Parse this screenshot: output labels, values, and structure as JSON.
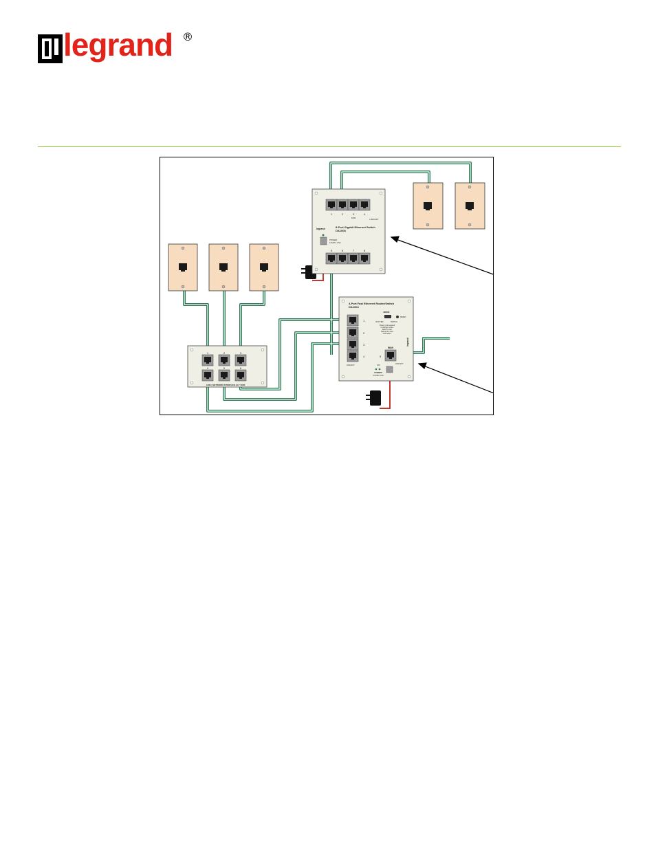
{
  "brand": {
    "name": "legrand",
    "registered": "®",
    "color": "#e2231a"
  },
  "rule_color": "#8cc63f",
  "diagram": {
    "cable_color": "#2e7d57",
    "power_color": "#c0392b",
    "plate_color": "#f7dcc0",
    "module_color": "#efefe6",
    "switch_module": {
      "title": "8-Port Gigabit Ethernet Switch",
      "model": "DA1008",
      "brand_mark": "legrand",
      "power_label": "POWER",
      "power_spec": "12VDC 1.5A",
      "top_ports": [
        "1",
        "2",
        "3",
        "4"
      ],
      "bottom_ports": [
        "5",
        "6",
        "7",
        "8"
      ],
      "group_label_1": "1000",
      "group_label_2": "LINK/ACT"
    },
    "router_module": {
      "title": "4-Port Fast Ethernet Router/Switch",
      "model": "DA1004",
      "brand_mark": "legrand",
      "mode_label": "MODE",
      "mode_left": "ROUTER",
      "mode_right": "SWITCH",
      "reset_label": "RESET",
      "note_lines": [
        "Power cycle required",
        "to change modes.",
        "Refer to User",
        "Manual for more",
        "information."
      ],
      "lan_ports": [
        "1",
        "2",
        "3",
        "4"
      ],
      "linkact_label": "LINK/ACT",
      "wan_label": "WAN",
      "wan_port": "5",
      "speed_label": "100",
      "wan_linkact": "LINK/ACT",
      "power_label": "POWER",
      "power_spec": "5.0VDC 2.0A"
    },
    "patch_panel": {
      "top_ports": [
        "1",
        "2",
        "3"
      ],
      "bottom_ports": [
        "4",
        "5",
        "6"
      ],
      "label": "LINE / NETWORK INTERFACE ALT 6000"
    }
  }
}
